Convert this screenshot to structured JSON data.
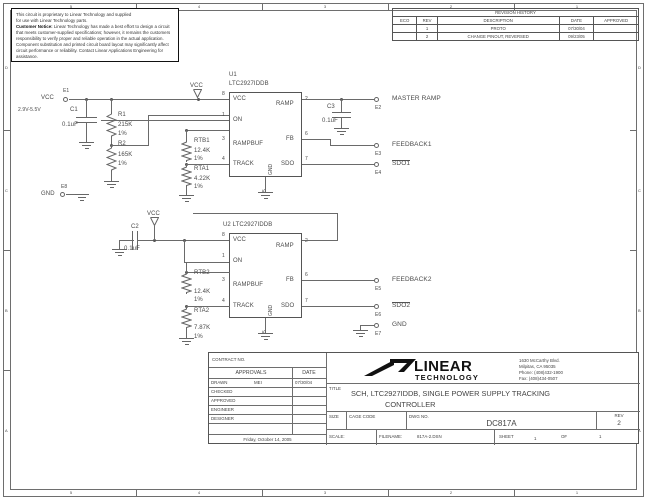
{
  "sheet": {
    "border_columns": [
      "5",
      "4",
      "3",
      "2",
      "1"
    ],
    "border_rows": [
      "D",
      "C",
      "B",
      "A"
    ]
  },
  "notice": {
    "line1": "This circuit is proprietary to Linear Technology and supplied",
    "line2": "for use with Linear Technology parts.",
    "bold_label": "Customer Notice:",
    "body": " Linear Technology has made a best effort to design a circuit that meets customer-supplied specifications; however, it remains the customers responsibility to verify proper and reliable operation in the actual application. Component substitution and printed circuit board layout may significantly affect circuit performance or reliability. Contact Linear Applications Engineering for assistance."
  },
  "revision_history": {
    "title": "REVISION HISTORY",
    "columns": [
      "ECO",
      "REV",
      "DESCRIPTION",
      "DATE",
      "APPROVED"
    ],
    "rows": [
      {
        "eco": "",
        "rev": "1",
        "description": "PROTO",
        "date": "07/30/04",
        "approved": ""
      },
      {
        "eco": "",
        "rev": "2",
        "description": "CHANGE PINOUT, REVERSED",
        "date": "09/23/05",
        "approved": ""
      }
    ]
  },
  "schematic": {
    "power": {
      "vcc_label": "VCC",
      "vcc_terminal": "E1",
      "vcc_range": "2.9V-5.5V",
      "gnd_label": "GND",
      "gnd_terminal": "E8"
    },
    "components": [
      {
        "ref": "C1",
        "value": "0.1uF"
      },
      {
        "ref": "C2",
        "value": "0.1uF"
      },
      {
        "ref": "C3",
        "value": "0.1uF"
      },
      {
        "ref": "R1",
        "value": "215K",
        "tol": "1%"
      },
      {
        "ref": "R2",
        "value": "165K",
        "tol": "1%"
      },
      {
        "ref": "RTB1",
        "value": "12.4K",
        "tol": "1%"
      },
      {
        "ref": "RTA1",
        "value": "4.22K",
        "tol": "1%"
      },
      {
        "ref": "RTB2",
        "value": "12.4K",
        "tol": "1%"
      },
      {
        "ref": "RTA2",
        "value": "7.87K",
        "tol": "1%"
      }
    ],
    "u1": {
      "ref": "U1",
      "part": "LTC2927IDDB",
      "pins_left": [
        {
          "num": "8",
          "name": "VCC"
        },
        {
          "num": "1",
          "name": "ON"
        },
        {
          "num": "3",
          "name": "RAMPBUF"
        },
        {
          "num": "4",
          "name": "TRACK"
        }
      ],
      "pins_right": [
        {
          "num": "2",
          "name": "RAMP"
        },
        {
          "num": "6",
          "name": "FB"
        },
        {
          "num": "7",
          "name": "SDO"
        }
      ],
      "pin_gnd": {
        "num": "5",
        "name": "GND"
      }
    },
    "u2": {
      "ref": "U2",
      "part": "LTC2927IDDB",
      "pins_left": [
        {
          "num": "8",
          "name": "VCC"
        },
        {
          "num": "1",
          "name": "ON"
        },
        {
          "num": "3",
          "name": "RAMPBUF"
        },
        {
          "num": "4",
          "name": "TRACK"
        }
      ],
      "pins_right": [
        {
          "num": "2",
          "name": "RAMP"
        },
        {
          "num": "6",
          "name": "FB"
        },
        {
          "num": "7",
          "name": "SDO"
        }
      ],
      "pin_gnd": {
        "num": "5",
        "name": "GND"
      }
    },
    "net_labels": [
      {
        "name": "VCC",
        "at": "u1-vcc"
      },
      {
        "name": "VCC",
        "at": "u2-vcc"
      }
    ],
    "terminals": [
      {
        "id": "E2",
        "label": "MASTER RAMP",
        "overline": false
      },
      {
        "id": "E3",
        "label": "FEEDBACK1",
        "overline": false
      },
      {
        "id": "E4",
        "label": "SDO1",
        "overline": true
      },
      {
        "id": "E5",
        "label": "FEEDBACK2",
        "overline": false
      },
      {
        "id": "E6",
        "label": "SDO2",
        "overline": true
      },
      {
        "id": "E7",
        "label": "GND",
        "overline": false
      }
    ]
  },
  "title_block": {
    "contract_no_label": "CONTRACT NO.",
    "approvals_label": "APPROVALS",
    "date_label": "DATE",
    "approval_rows": [
      {
        "role": "DRAWN",
        "who": "MEI",
        "date": "07/30/04"
      },
      {
        "role": "CHECKED",
        "who": "",
        "date": ""
      },
      {
        "role": "APPROVED",
        "who": "",
        "date": ""
      },
      {
        "role": "ENGINEER",
        "who": "",
        "date": ""
      },
      {
        "role": "DESIGNER",
        "who": "",
        "date": ""
      }
    ],
    "print_date": "Friday, October 14, 2005",
    "company": {
      "name_line1": "LINEAR",
      "name_line2": "TECHNOLOGY",
      "address1": "1630 McCarthy Blvd.",
      "address2": "Milpitas, CA 95035",
      "phone": "Phone: (408)432-1900",
      "fax": "Fax: (408)434-0507"
    },
    "title_label": "TITLE",
    "title_line1": "SCH, LTC2927IDDB, SINGLE POWER SUPPLY TRACKING",
    "title_line2": "CONTROLLER",
    "size_label": "SIZE",
    "size_value": "",
    "cage_code_label": "CAGE CODE",
    "cage_code_value": "",
    "dwg_no_label": "DWG NO.",
    "dwg_no_value": "DC817A",
    "rev_label": "REV",
    "rev_value": "2",
    "scale_label": "SCALE:",
    "scale_value": "",
    "filename_label": "FILENAME:",
    "filename_value": "817A-2.DSN",
    "sheet_label": "SHEET",
    "sheet_value": "1",
    "of_label": "OF",
    "of_value": "1"
  }
}
